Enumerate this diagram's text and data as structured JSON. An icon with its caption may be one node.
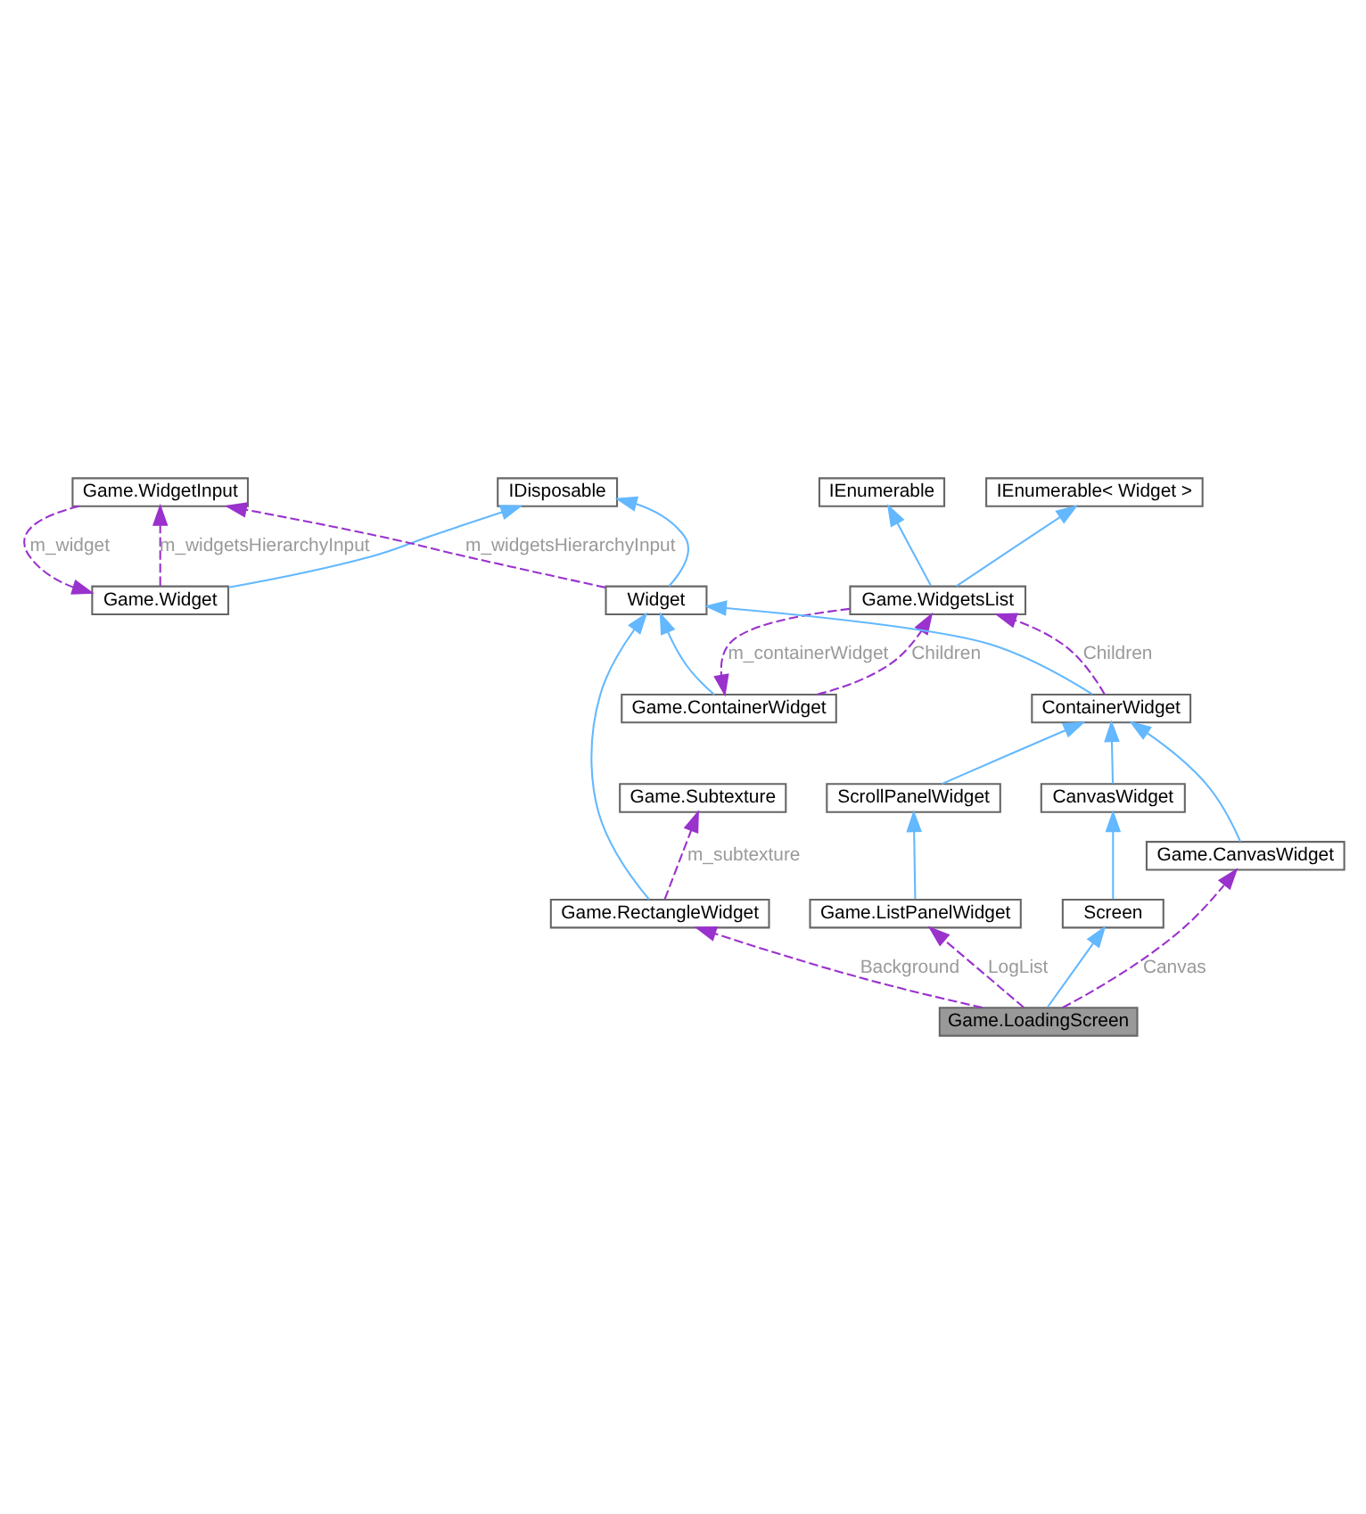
{
  "diagram": {
    "nodes": [
      {
        "text": [
          "IDisposable"
        ]
      },
      {
        "text": [
          "Game.Widget"
        ]
      },
      {
        "text": [
          "Game.WidgetInput"
        ]
      },
      {
        "text": [
          "Widget"
        ]
      },
      {
        "text": [
          "Game.Subtexture"
        ]
      },
      {
        "text": [
          "IEnumerable< Widget >"
        ]
      },
      {
        "text": [
          "IEnumerable"
        ]
      },
      {
        "text": [
          "Game.ContainerWidget"
        ]
      },
      {
        "text": [
          "Game.RectangleWidget"
        ]
      },
      {
        "text": [
          "Game.WidgetsList"
        ]
      },
      {
        "text": [
          "ContainerWidget"
        ]
      },
      {
        "text": [
          "ScrollPanelWidget"
        ]
      },
      {
        "text": [
          "CanvasWidget"
        ]
      },
      {
        "text": [
          "Game.CanvasWidget"
        ]
      },
      {
        "text": [
          "Game.ListPanelWidget"
        ]
      },
      {
        "text": [
          "Screen"
        ]
      },
      {
        "text": [
          "Game.LoadingScreen"
        ]
      }
    ],
    "edges": [
      {
        "from": 1,
        "to": 0,
        "arrow": "to"
      },
      {
        "from": 3,
        "to": 0,
        "arrow": "to"
      },
      {
        "from": 2,
        "to": 1,
        "arrow": "to",
        "label": "m_widget",
        "style": "dashed",
        "color": "#9a32cd"
      },
      {
        "from": 1,
        "to": 2,
        "arrow": "to",
        "label": "m_widgetsHierarchyInput",
        "style": "dashed",
        "color": "#9a32cd"
      },
      {
        "from": 3,
        "to": 2,
        "arrow": "to",
        "label": "m_widgetsHierarchyInput",
        "style": "dashed",
        "color": "#9a32cd"
      },
      {
        "from": 7,
        "to": 3,
        "arrow": "to"
      },
      {
        "from": 8,
        "to": 3,
        "arrow": "to"
      },
      {
        "from": 8,
        "to": 4,
        "arrow": "to",
        "label": "m_subtexture",
        "style": "dashed",
        "color": "#9a32cd"
      },
      {
        "from": 9,
        "to": 5,
        "arrow": "to"
      },
      {
        "from": 9,
        "to": 6,
        "arrow": "to"
      },
      {
        "from": 9,
        "to": 7,
        "arrow": "to",
        "label": "m_containerWidget",
        "style": "dashed",
        "color": "#9a32cd"
      },
      {
        "from": 7,
        "to": 9,
        "arrow": "to",
        "label": "Children",
        "style": "dashed",
        "color": "#9a32cd"
      },
      {
        "from": 10,
        "to": 3,
        "arrow": "to"
      },
      {
        "from": 10,
        "to": 9,
        "arrow": "to",
        "label": "Children",
        "style": "dashed",
        "color": "#9a32cd"
      },
      {
        "from": 11,
        "to": 10,
        "arrow": "to"
      },
      {
        "from": 12,
        "to": 10,
        "arrow": "to"
      },
      {
        "from": 13,
        "to": 10,
        "arrow": "to"
      },
      {
        "from": 14,
        "to": 11,
        "arrow": "to"
      },
      {
        "from": 15,
        "to": 12,
        "arrow": "to"
      },
      {
        "from": 16,
        "to": 13,
        "arrow": "to",
        "label": "Canvas",
        "style": "dashed",
        "color": "#9a32cd"
      },
      {
        "from": 16,
        "to": 14,
        "arrow": "to",
        "label": "LogList",
        "style": "dashed",
        "color": "#9a32cd"
      },
      {
        "from": 16,
        "to": 15,
        "arrow": "to"
      },
      {
        "from": 16,
        "to": 8,
        "arrow": "to",
        "label": "Background",
        "style": "dashed",
        "color": "#9a32cd"
      }
    ]
  }
}
